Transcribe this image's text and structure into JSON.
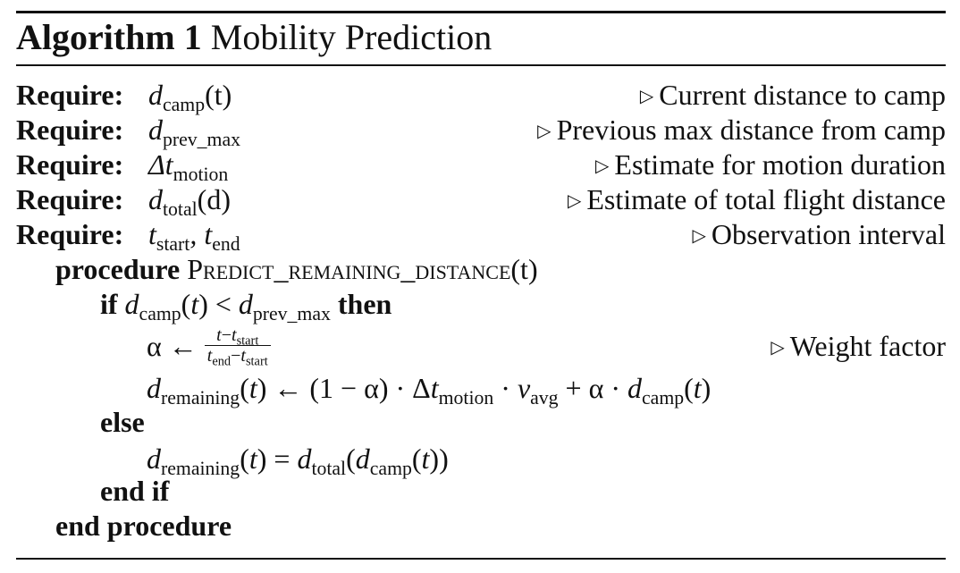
{
  "algorithm": {
    "label": "Algorithm 1",
    "title": "Mobility Prediction"
  },
  "keywords": {
    "require": "Require:",
    "procedure": "procedure",
    "end_procedure": "end procedure",
    "if": "if",
    "then": "then",
    "else": "else",
    "end_if": "end if"
  },
  "requires": [
    {
      "var": "d",
      "sub": "camp",
      "suffix": "(t)",
      "comment": "Current distance to camp"
    },
    {
      "var": "d",
      "sub": "prev_max",
      "suffix": "",
      "comment": "Previous max distance from camp"
    },
    {
      "var": "Δt",
      "sub": "motion",
      "suffix": "",
      "comment": "Estimate for motion duration"
    },
    {
      "var": "d",
      "sub": "total",
      "suffix": "(d)",
      "comment": "Estimate of total flight distance"
    },
    {
      "var": "t",
      "sub": "start",
      "suffix": ", t",
      "sub2": "end",
      "comment": "Observation interval"
    }
  ],
  "procedure": {
    "name": "Predict_remaining_distance",
    "arg": "(t)"
  },
  "alpha_comment": "Weight factor",
  "comment_marker": "▷"
}
